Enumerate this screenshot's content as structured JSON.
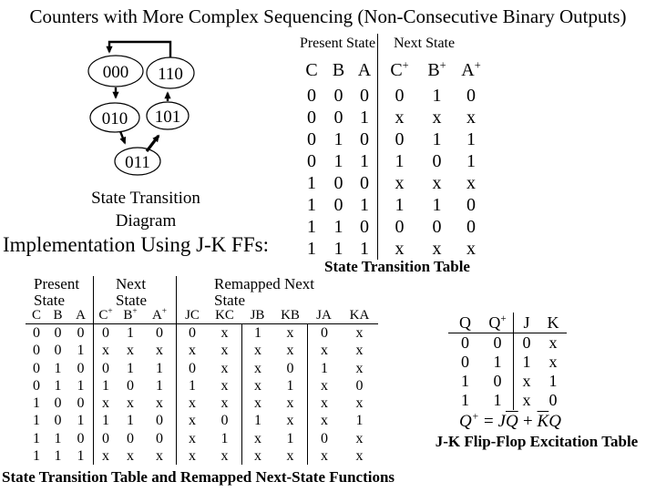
{
  "title": "Counters with More Complex Sequencing (Non-Consecutive Binary Outputs)",
  "diagram": {
    "states": [
      "000",
      "110",
      "010",
      "101",
      "011"
    ],
    "caption_line1": "State Transition",
    "caption_line2": "Diagram"
  },
  "state_table": {
    "present_header": "Present State",
    "next_header": "Next State",
    "columns": [
      {
        "base": "C",
        "sup": ""
      },
      {
        "base": "B",
        "sup": ""
      },
      {
        "base": "A",
        "sup": ""
      },
      {
        "base": "C",
        "sup": "+"
      },
      {
        "base": "B",
        "sup": "+"
      },
      {
        "base": "A",
        "sup": "+"
      }
    ],
    "rows": [
      [
        "0",
        "0",
        "0",
        "0",
        "1",
        "0"
      ],
      [
        "0",
        "0",
        "1",
        "x",
        "x",
        "x"
      ],
      [
        "0",
        "1",
        "0",
        "0",
        "1",
        "1"
      ],
      [
        "0",
        "1",
        "1",
        "1",
        "0",
        "1"
      ],
      [
        "1",
        "0",
        "0",
        "x",
        "x",
        "x"
      ],
      [
        "1",
        "0",
        "1",
        "1",
        "1",
        "0"
      ],
      [
        "1",
        "1",
        "0",
        "0",
        "0",
        "0"
      ],
      [
        "1",
        "1",
        "1",
        "x",
        "x",
        "x"
      ]
    ],
    "caption": "State Transition Table"
  },
  "impl_heading": "Implementation Using J-K FFs:",
  "remap_table": {
    "present_header": "Present\nState",
    "next_header": "Next\nState",
    "remapped_header": "Remapped Next\nState",
    "columns": [
      {
        "base": "C",
        "sup": ""
      },
      {
        "base": "B",
        "sup": ""
      },
      {
        "base": "A",
        "sup": ""
      },
      {
        "base": "C",
        "sup": "+"
      },
      {
        "base": "B",
        "sup": "+"
      },
      {
        "base": "A",
        "sup": "+"
      },
      {
        "base": "JC",
        "sup": ""
      },
      {
        "base": "KC",
        "sup": ""
      },
      {
        "base": "JB",
        "sup": ""
      },
      {
        "base": "KB",
        "sup": ""
      },
      {
        "base": "JA",
        "sup": ""
      },
      {
        "base": "KA",
        "sup": ""
      }
    ],
    "rows": [
      [
        "0",
        "0",
        "0",
        "0",
        "1",
        "0",
        "0",
        "x",
        "1",
        "x",
        "0",
        "x"
      ],
      [
        "0",
        "0",
        "1",
        "x",
        "x",
        "x",
        "x",
        "x",
        "x",
        "x",
        "x",
        "x"
      ],
      [
        "0",
        "1",
        "0",
        "0",
        "1",
        "1",
        "0",
        "x",
        "x",
        "0",
        "1",
        "x"
      ],
      [
        "0",
        "1",
        "1",
        "1",
        "0",
        "1",
        "1",
        "x",
        "x",
        "1",
        "x",
        "0"
      ],
      [
        "1",
        "0",
        "0",
        "x",
        "x",
        "x",
        "x",
        "x",
        "x",
        "x",
        "x",
        "x"
      ],
      [
        "1",
        "0",
        "1",
        "1",
        "1",
        "0",
        "x",
        "0",
        "1",
        "x",
        "x",
        "1"
      ],
      [
        "1",
        "1",
        "0",
        "0",
        "0",
        "0",
        "x",
        "1",
        "x",
        "1",
        "0",
        "x"
      ],
      [
        "1",
        "1",
        "1",
        "x",
        "x",
        "x",
        "x",
        "x",
        "x",
        "x",
        "x",
        "x"
      ]
    ],
    "caption": "State Transition Table and Remapped Next-State Functions"
  },
  "excitation": {
    "columns": [
      {
        "base": "Q",
        "sup": ""
      },
      {
        "base": "Q",
        "sup": "+"
      },
      {
        "base": "J",
        "sup": ""
      },
      {
        "base": "K",
        "sup": ""
      }
    ],
    "rows": [
      [
        "0",
        "0",
        "0",
        "x"
      ],
      [
        "0",
        "1",
        "1",
        "x"
      ],
      [
        "1",
        "0",
        "x",
        "1"
      ],
      [
        "1",
        "1",
        "x",
        "0"
      ]
    ],
    "equation": {
      "lhs_base": "Q",
      "lhs_sup": "+",
      "eq": "=",
      "j": "J",
      "q_bar": "Q",
      "plus": "+",
      "k_bar": "K",
      "q": "Q"
    },
    "caption": "J-K Flip-Flop Excitation Table"
  }
}
